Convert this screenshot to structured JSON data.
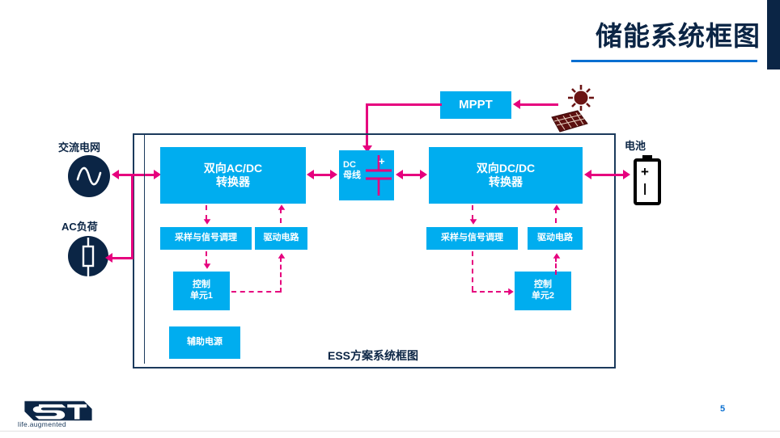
{
  "slide": {
    "title": "储能系统框图",
    "page_number": "5",
    "brand": "life.augmented",
    "accent_navy": "#0b2545",
    "accent_blue": "#0a6fd1",
    "block_cyan": "#00adef",
    "wire_magenta": "#e6007e"
  },
  "diagram": {
    "caption": "ESS方案系统框图",
    "blocks": {
      "mppt": "MPPT",
      "ac_dc_converter": "双向AC/DC\n转换器",
      "ac_dc_converter_line1": "双向AC/DC",
      "ac_dc_converter_line2": "转换器",
      "dc_dc_converter_line1": "双向DC/DC",
      "dc_dc_converter_line2": "转换器",
      "dc_bus_line1": "DC",
      "dc_bus_line2": "母线",
      "sampling_1": "采样与信号调理",
      "drive_1": "驱动电路",
      "sampling_2": "采样与信号调理",
      "drive_2": "驱动电路",
      "control_unit_1_line1": "控制",
      "control_unit_1_line2": "单元1",
      "control_unit_2_line1": "控制",
      "control_unit_2_line2": "单元2",
      "auxiliary_power": "辅助电源"
    },
    "side_labels": {
      "ac_grid": "交流电网",
      "ac_load": "AC负荷",
      "battery": "电池"
    },
    "icons": {
      "ac_source": "ac-sine-source-icon",
      "ac_load": "resistor-load-icon",
      "battery": "battery-icon",
      "solar": "solar-panel-icon",
      "sun": "sun-icon",
      "capacitor": "capacitor-icon"
    },
    "battery_polarity": {
      "positive": "+",
      "negative": "|"
    },
    "capacitor_polarity": "+"
  }
}
